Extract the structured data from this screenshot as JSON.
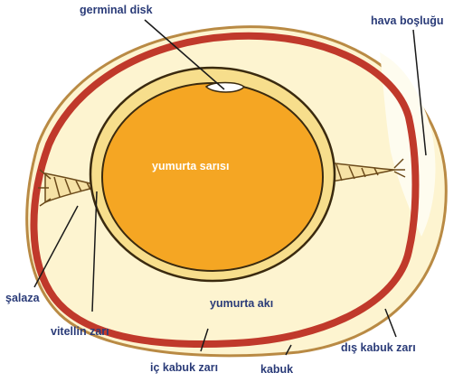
{
  "labels": {
    "germinal_disk": "germinal disk",
    "hava_boslugu": "hava boşluğu",
    "yumurta_sarisi": "yumurta sarısı",
    "yumurta_aki": "yumurta akı",
    "salaza": "şalaza",
    "vitellin_zari": "vitellin zarı",
    "ic_kabuk_zari": "iç kabuk zarı",
    "kabuk": "kabuk",
    "dis_kabuk_zari": "dış kabuk zarı"
  },
  "colors": {
    "shell_outline": "#b98a44",
    "inner_shell_membrane": "#c0392b",
    "albumen": "#fdf4d0",
    "yolk": "#f5a623",
    "vitelline_ring": "#f7de8c",
    "label_text": "#2a3b78"
  }
}
